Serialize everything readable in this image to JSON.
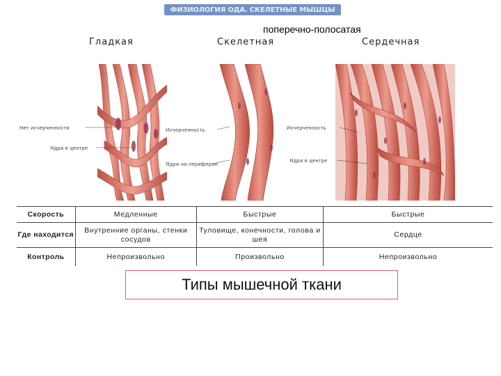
{
  "header": {
    "title": "ФИЗИОЛОГИЯ ОДА. СКЕЛЕТНЫЕ МЫШЦЫ"
  },
  "striated_label": "поперечно-полосатая",
  "columns": {
    "smooth": "Гладкая",
    "skeletal": "Скелетная",
    "cardiac": "Сердечная"
  },
  "annotations": {
    "smooth_no_striation": "Нет исчерченности",
    "smooth_nuclei": "Ядра в центре",
    "skeletal_striation": "Исчерченность",
    "skeletal_nuclei": "Ядра на периферии",
    "cardiac_striation": "Исчерченность",
    "cardiac_nuclei": "Ядра в центре"
  },
  "table": {
    "rows": [
      {
        "label": "Скорость",
        "smooth": "Медленные",
        "skeletal": "Быстрые",
        "cardiac": "Быстрые"
      },
      {
        "label": "Где находится",
        "smooth": "Внутренние органы, стенки сосудов",
        "skeletal": "Туловище, конечности, голова и шея",
        "cardiac": "Сердце"
      },
      {
        "label": "Контроль",
        "smooth": "Непроизвольно",
        "skeletal": "Произвольно",
        "cardiac": "Непроизвольно"
      }
    ]
  },
  "caption": "Типы мышечной ткани",
  "colors": {
    "header_bg": "#7391c3",
    "fiber": "#d9685a",
    "fiber_light": "#ef9a8c",
    "nucleus": "#9a3a55",
    "caption_border": "#e05a6a"
  }
}
